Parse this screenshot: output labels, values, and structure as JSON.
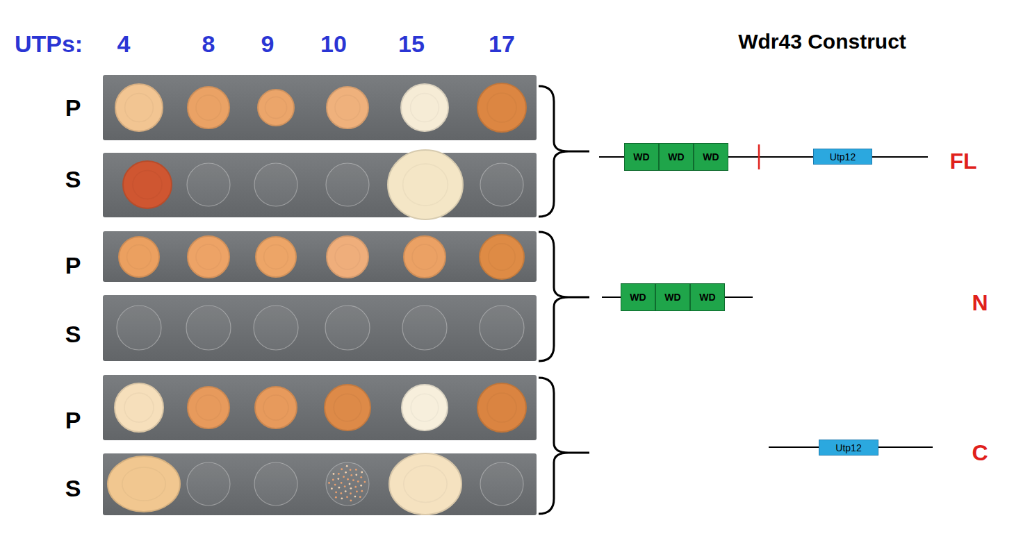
{
  "diagram": {
    "nodes": [
      {
        "text": [
          "WD"
        ]
      },
      {
        "text": [
          "WD"
        ]
      },
      {
        "text": [
          "WD"
        ]
      },
      {
        "text": [
          "Utp12"
        ]
      },
      {
        "text": [
          "WD"
        ]
      },
      {
        "text": [
          "WD"
        ]
      },
      {
        "text": [
          "WD"
        ]
      },
      {
        "text": [
          "Utp12"
        ]
      }
    ],
    "labels": [
      "UTPs:",
      "4",
      "8",
      "9",
      "10",
      "15",
      "17",
      "Wdr43 Construct",
      "P",
      "S",
      "P",
      "S",
      "P",
      "S",
      "FL",
      "N",
      "C"
    ]
  }
}
